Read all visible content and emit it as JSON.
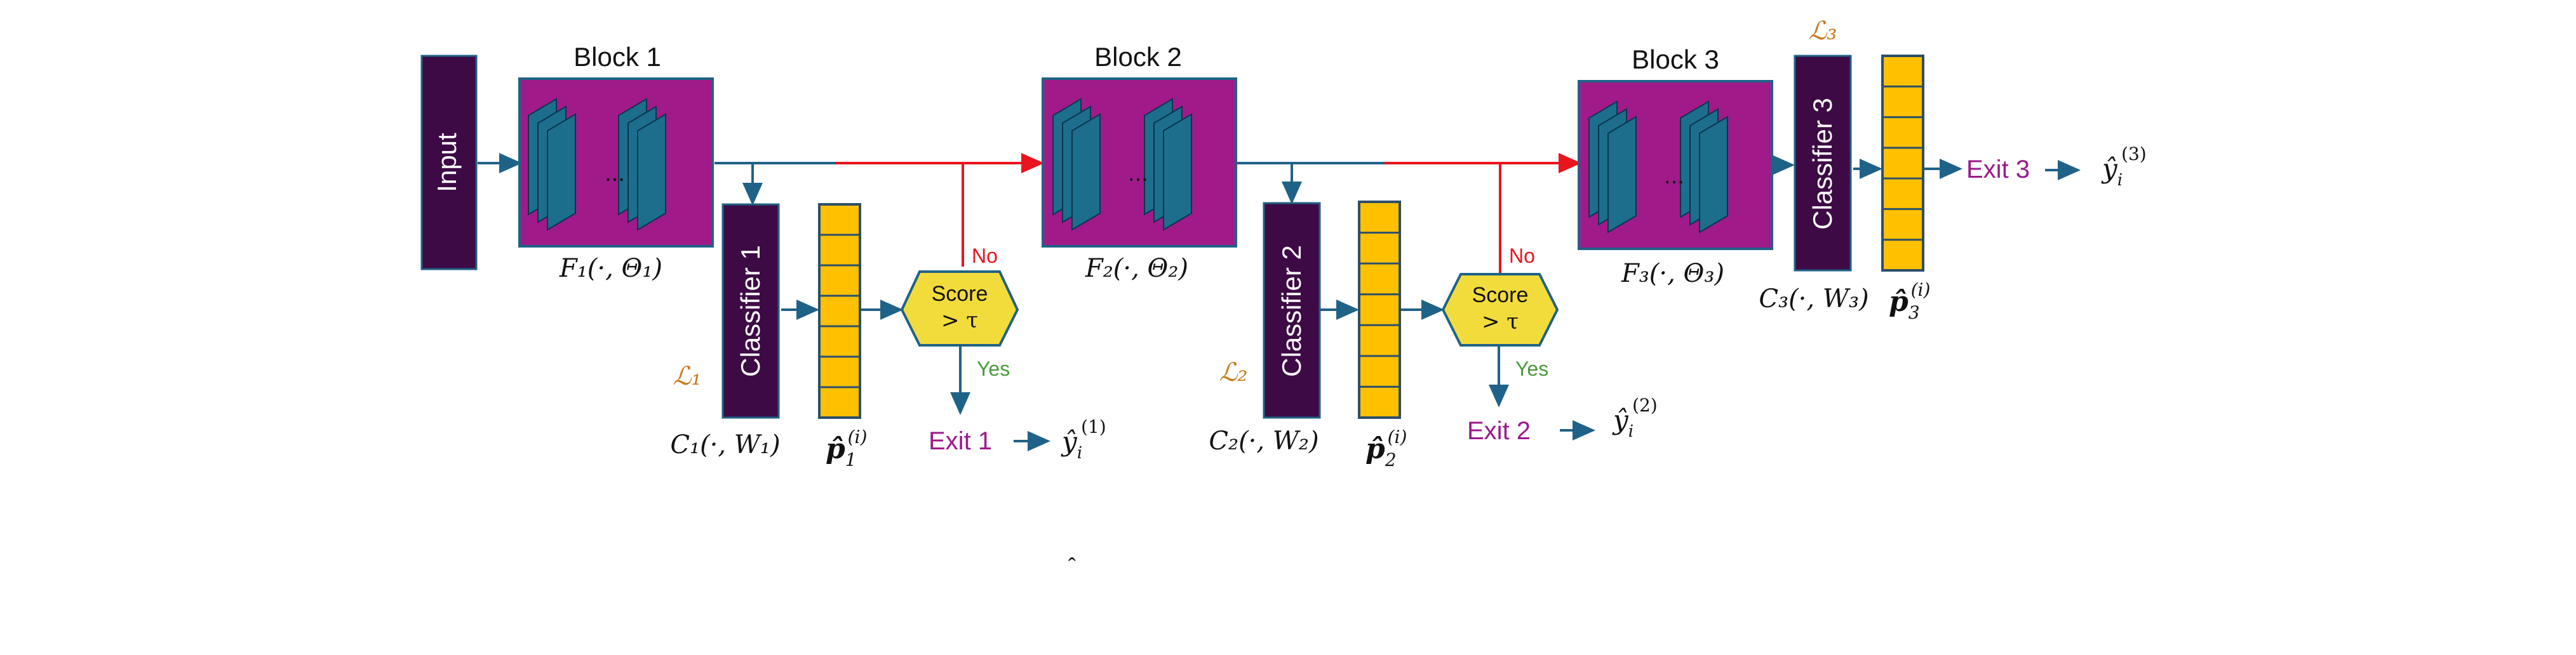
{
  "input": {
    "label": "Input"
  },
  "blocks": [
    {
      "title": "Block 1",
      "func": "F₁(·, Θ₁)",
      "ellipsis": "..."
    },
    {
      "title": "Block 2",
      "func": "F₂(·, Θ₂)",
      "ellipsis": "..."
    },
    {
      "title": "Block 3",
      "func": "F₃(·, Θ₃)",
      "ellipsis": "..."
    }
  ],
  "classifiers": [
    {
      "label": "Classifier 1",
      "func": "C₁(·, W₁)",
      "prob_base": "p̂",
      "prob_sub": "1",
      "prob_sup": "(i)",
      "loss": "ℒ₁"
    },
    {
      "label": "Classifier 2",
      "func": "C₂(·, W₂)",
      "prob_base": "p̂",
      "prob_sub": "2",
      "prob_sup": "(i)",
      "loss": "ℒ₂"
    },
    {
      "label": "Classifier 3",
      "func": "C₃(·, W₃)",
      "prob_base": "p̂",
      "prob_sub": "3",
      "prob_sup": "(i)",
      "loss": "ℒ₃"
    }
  ],
  "decisions": [
    {
      "line1": "Score",
      "line2": "> τ",
      "no": "No",
      "yes": "Yes"
    },
    {
      "line1": "Score",
      "line2": "> τ",
      "no": "No",
      "yes": "Yes"
    }
  ],
  "exits": [
    {
      "label": "Exit 1",
      "out_base": "ŷ",
      "out_sub": "i",
      "out_sup": "(1)"
    },
    {
      "label": "Exit 2",
      "out_base": "ŷ",
      "out_sub": "i",
      "out_sup": "(2)"
    },
    {
      "label": "Exit 3",
      "out_base": "ŷ",
      "out_sub": "i",
      "out_sup": "(3)"
    }
  ],
  "stray_mark": "ˆ",
  "colors": {
    "input_fill": "#3d0a45",
    "block_fill": "#a01a8a",
    "feature_fill": "#1c6e8c",
    "classifier_fill": "#3d0a45",
    "prob_fill": "#ffc000",
    "prob_stroke": "#2b4f6a",
    "decision_fill": "#f2dc3c",
    "arrow_blue": "#1f6287",
    "arrow_red": "#e8141e",
    "exit_text": "#9b1a8b",
    "yes_text": "#4a9a3a",
    "no_text": "#e8141e",
    "loss_text": "#c87a1e",
    "text_dark": "#111111"
  }
}
